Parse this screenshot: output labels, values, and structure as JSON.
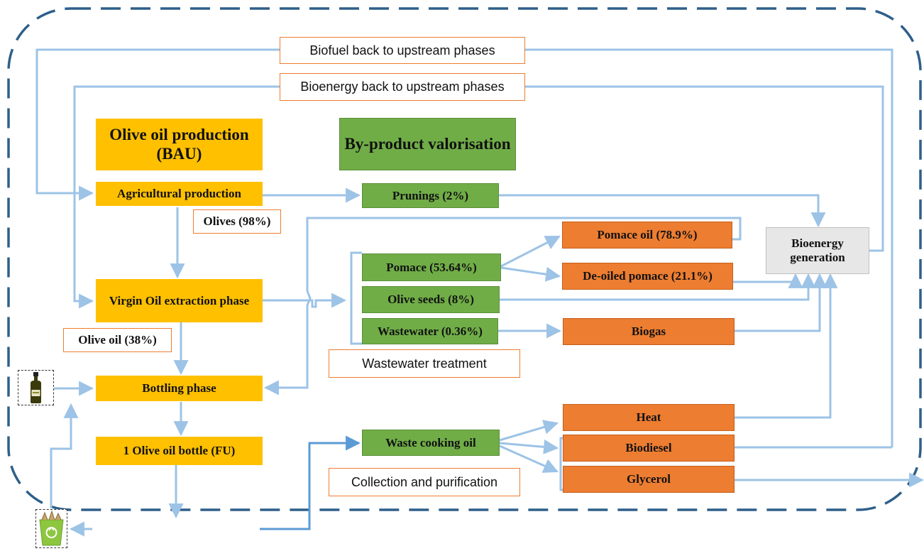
{
  "headers": {
    "olive_oil_production": "Olive oil production (BAU)",
    "byproduct_valorisation": "By-product valorisation"
  },
  "phases": {
    "agricultural": "Agricultural production",
    "virgin_oil": "Virgin Oil extraction phase",
    "bottling": "Bottling phase",
    "fu": "1 Olive oil bottle (FU)"
  },
  "byproducts": {
    "prunings": "Prunings (2%)",
    "pomace": "Pomace (53.64%)",
    "olive_seeds": "Olive seeds (8%)",
    "wastewater": "Wastewater (0.36%)",
    "waste_cooking_oil": "Waste cooking oil"
  },
  "outputs": {
    "pomace_oil": "Pomace oil (78.9%)",
    "deoiled_pomace": "De-oiled pomace (21.1%)",
    "biogas": "Biogas",
    "heat": "Heat",
    "biodiesel": "Biodiesel",
    "glycerol": "Glycerol"
  },
  "bioenergy_generation": "Bioenergy generation",
  "labels": {
    "biofuel_back": "Biofuel back to upstream phases",
    "bioenergy_back": "Bioenergy back to upstream phases",
    "olives": "Olives (98%)",
    "olive_oil": "Olive oil (38%)",
    "wastewater_treatment": "Wastewater treatment",
    "collection_purification": "Collection and purification"
  },
  "icons": {
    "bottle": "olive-oil-bottle-icon",
    "recycle_bin": "recycle-bin-icon"
  },
  "colors": {
    "production": "#ffc000",
    "byproduct": "#70ad47",
    "output": "#ed7d31",
    "bioenergy": "#e7e7e7",
    "arrow": "#9dc3e6",
    "boundary": "#2e5f8a"
  }
}
